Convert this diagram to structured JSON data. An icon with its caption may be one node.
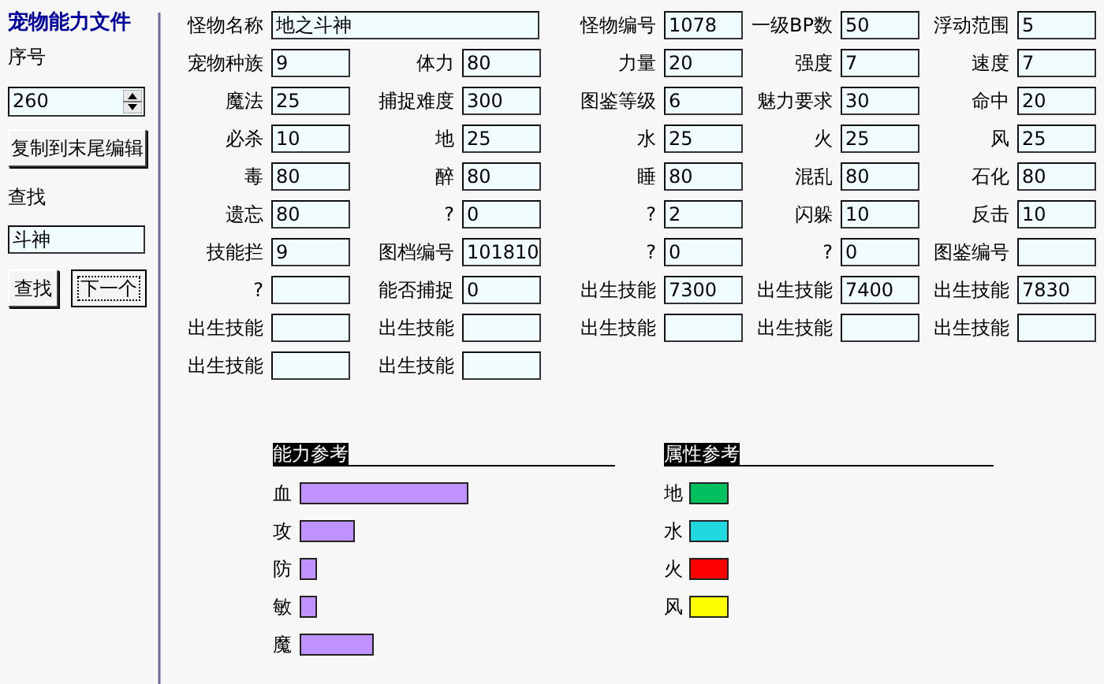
{
  "diagram": {
    "title": "宠物能力文件",
    "labels": [
      "序号",
      "260",
      "复制到末尾编辑",
      "查找",
      "斗神",
      "查找",
      "下一个",
      "怪物名称",
      "地之斗神",
      "怪物编号",
      "1078",
      "一级BP数",
      "50",
      "浮动范围",
      "5",
      "宠物种族",
      "9",
      "体力",
      "80",
      "力量",
      "20",
      "强度",
      "7",
      "速度",
      "7",
      "魔法",
      "25",
      "捕捉难度",
      "300",
      "图鉴等级",
      "6",
      "魅力要求",
      "30",
      "命中",
      "20",
      "必杀",
      "10",
      "地",
      "25",
      "水",
      "25",
      "火",
      "25",
      "风",
      "25",
      "毒",
      "80",
      "醉",
      "80",
      "睡",
      "80",
      "混乱",
      "80",
      "石化",
      "80",
      "遗忘",
      "80",
      "?",
      "0",
      "?",
      "2",
      "闪躲",
      "10",
      "反击",
      "10",
      "技能拦",
      "9",
      "图档编号",
      "101810",
      "?",
      "0",
      "?",
      "0",
      "图鉴编号",
      "?",
      "能否捕捉",
      "0",
      "出生技能",
      "7300",
      "出生技能",
      "7400",
      "出生技能",
      "7830",
      "出生技能",
      "出生技能",
      "出生技能",
      "出生技能",
      "出生技能",
      "出生技能",
      "出生技能",
      "能力参考",
      "血",
      "攻",
      "防",
      "敏",
      "魔",
      "属性参考"
    ],
    "legend": [
      {
        "text": "地",
        "color": "#00c060"
      },
      {
        "text": "水",
        "color": "#20d8e0"
      },
      {
        "text": "火",
        "color": "#ff0000"
      },
      {
        "text": "风",
        "color": "#ffff00"
      }
    ]
  }
}
